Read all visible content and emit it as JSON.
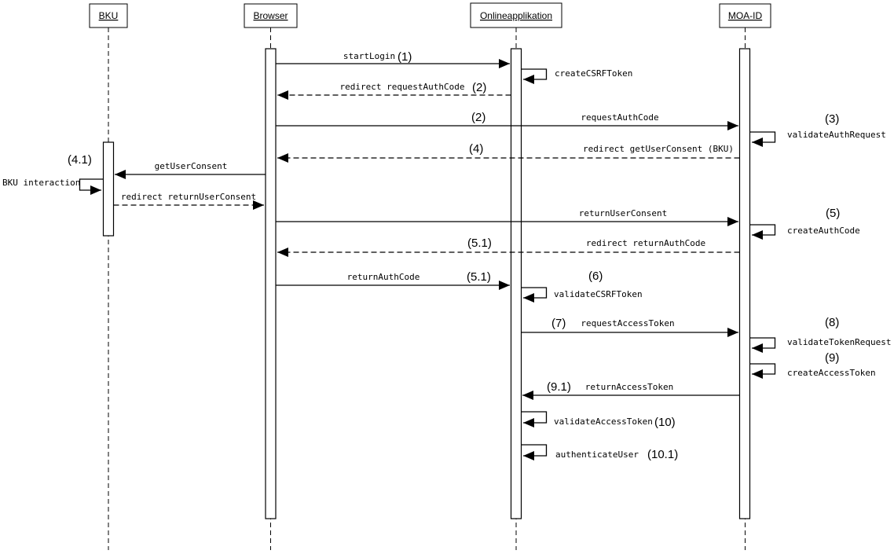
{
  "colors": {
    "background": "#ffffff",
    "line": "#000000",
    "text": "#000000"
  },
  "actors": [
    {
      "label": "BKU"
    },
    {
      "label": "Browser"
    },
    {
      "label": "Onlineapplikation"
    },
    {
      "label": "MOA-ID"
    }
  ],
  "messages": [
    {
      "label": "startLogin",
      "num": "(1)",
      "from": "Browser",
      "to": "Onlineapplikation",
      "kind": "solid"
    },
    {
      "label": "createCSRFToken",
      "num": "",
      "from": "Onlineapplikation",
      "to": "Onlineapplikation",
      "kind": "self"
    },
    {
      "label": "redirect requestAuthCode",
      "num": "(2)",
      "from": "Onlineapplikation",
      "to": "Browser",
      "kind": "dashed"
    },
    {
      "label": "requestAuthCode",
      "num": "(2)",
      "from": "Browser",
      "to": "MOA-ID",
      "kind": "solid"
    },
    {
      "label": "validateAuthRequest",
      "num": "(3)",
      "from": "MOA-ID",
      "to": "MOA-ID",
      "kind": "self"
    },
    {
      "label": "redirect getUserConsent (BKU)",
      "num": "(4)",
      "from": "MOA-ID",
      "to": "Browser",
      "kind": "dashed"
    },
    {
      "label": "getUserConsent",
      "num": "(4.1)",
      "from": "Browser",
      "to": "BKU",
      "kind": "solid"
    },
    {
      "label": "BKU interaction",
      "num": "",
      "from": "BKU",
      "to": "BKU",
      "kind": "self"
    },
    {
      "label": "redirect returnUserConsent",
      "num": "",
      "from": "BKU",
      "to": "Browser",
      "kind": "dashed"
    },
    {
      "label": "returnUserConsent",
      "num": "(5)",
      "from": "Browser",
      "to": "MOA-ID",
      "kind": "solid"
    },
    {
      "label": "createAuthCode",
      "num": "",
      "from": "MOA-ID",
      "to": "MOA-ID",
      "kind": "self"
    },
    {
      "label": "redirect returnAuthCode",
      "num": "(5.1)",
      "from": "MOA-ID",
      "to": "Browser",
      "kind": "dashed"
    },
    {
      "label": "returnAuthCode",
      "num": "(5.1)",
      "from": "Browser",
      "to": "Onlineapplikation",
      "kind": "solid"
    },
    {
      "label": "validateCSRFToken",
      "num": "(6)",
      "from": "Onlineapplikation",
      "to": "Onlineapplikation",
      "kind": "self"
    },
    {
      "label": "requestAccessToken",
      "num": "(7)",
      "from": "Onlineapplikation",
      "to": "MOA-ID",
      "kind": "solid"
    },
    {
      "label": "validateTokenRequest",
      "num": "(8)",
      "from": "MOA-ID",
      "to": "MOA-ID",
      "kind": "self"
    },
    {
      "label": "createAccessToken",
      "num": "(9)",
      "from": "MOA-ID",
      "to": "MOA-ID",
      "kind": "self"
    },
    {
      "label": "returnAccessToken",
      "num": "(9.1)",
      "from": "MOA-ID",
      "to": "Onlineapplikation",
      "kind": "solid"
    },
    {
      "label": "validateAccessToken",
      "num": "(10)",
      "from": "Onlineapplikation",
      "to": "Onlineapplikation",
      "kind": "self"
    },
    {
      "label": "authenticateUser",
      "num": "(10.1)",
      "from": "Onlineapplikation",
      "to": "Onlineapplikation",
      "kind": "self"
    }
  ]
}
